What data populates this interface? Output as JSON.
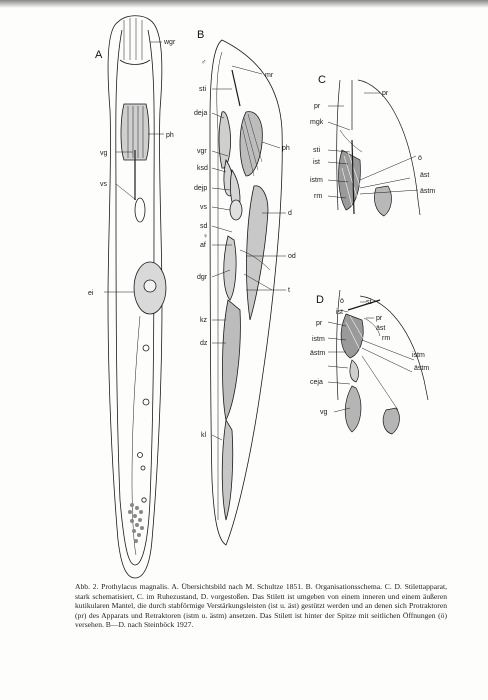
{
  "figure": {
    "panels": {
      "a": "A",
      "b": "B",
      "c": "C",
      "d": "D"
    },
    "labels": {
      "a": {
        "wgr": "wgr",
        "ph": "ph",
        "vg": "vg",
        "vs": "vs",
        "ei": "ei"
      },
      "b": {
        "male": "♂",
        "mr": "mr",
        "sti": "sti",
        "deja": "deja",
        "ph": "ph",
        "vgr": "vgr",
        "ksd": "ksd",
        "dejp": "dejp",
        "vs": "vs",
        "d": "d",
        "sd": "sd",
        "female": "♀",
        "af": "af",
        "od": "od",
        "dgr": "dgr",
        "t": "t",
        "kz": "kz",
        "dz": "dz",
        "kl": "kl"
      },
      "c": {
        "pr_left": "pr",
        "pr_right": "pr",
        "mgk": "mgk",
        "sti": "sti",
        "ist": "ist",
        "o": "ö",
        "ast": "äst",
        "istm": "istm",
        "rm": "rm",
        "astm": "ästm"
      },
      "d": {
        "o": "ö",
        "st": "st",
        "ist": "ist",
        "pr_right": "pr",
        "ast": "äst",
        "pr_left": "pr",
        "rm": "rm",
        "istm_left": "istm",
        "astm_left": "ästm",
        "istm_right": "istm",
        "astm_right": "ästm",
        "ceja": "ceja",
        "vg": "vg"
      }
    }
  },
  "caption": {
    "text": "Abb. 2. Prothylacus magnalis. A. Übersichtsbild nach M. Schultze 1851. B. Organisationsschema. C. D. Stilettapparat, stark schematisiert, C. im Ruhezustand, D. vorgestoßen. Das Stilett ist umgeben von einem inneren und einem äußeren kutikularen Mantel, die durch stabförmige Verstärkungsleisten (ist u. äst) gestützt werden und an denen sich Protraktoren (pr) des Apparats und Retraktoren (istm u. ästm) ansetzen. Das Stilett ist hinter der Spitze mit seitlichen Öffnungen (ö) versehen. B—D. nach Steinböck 1927."
  }
}
